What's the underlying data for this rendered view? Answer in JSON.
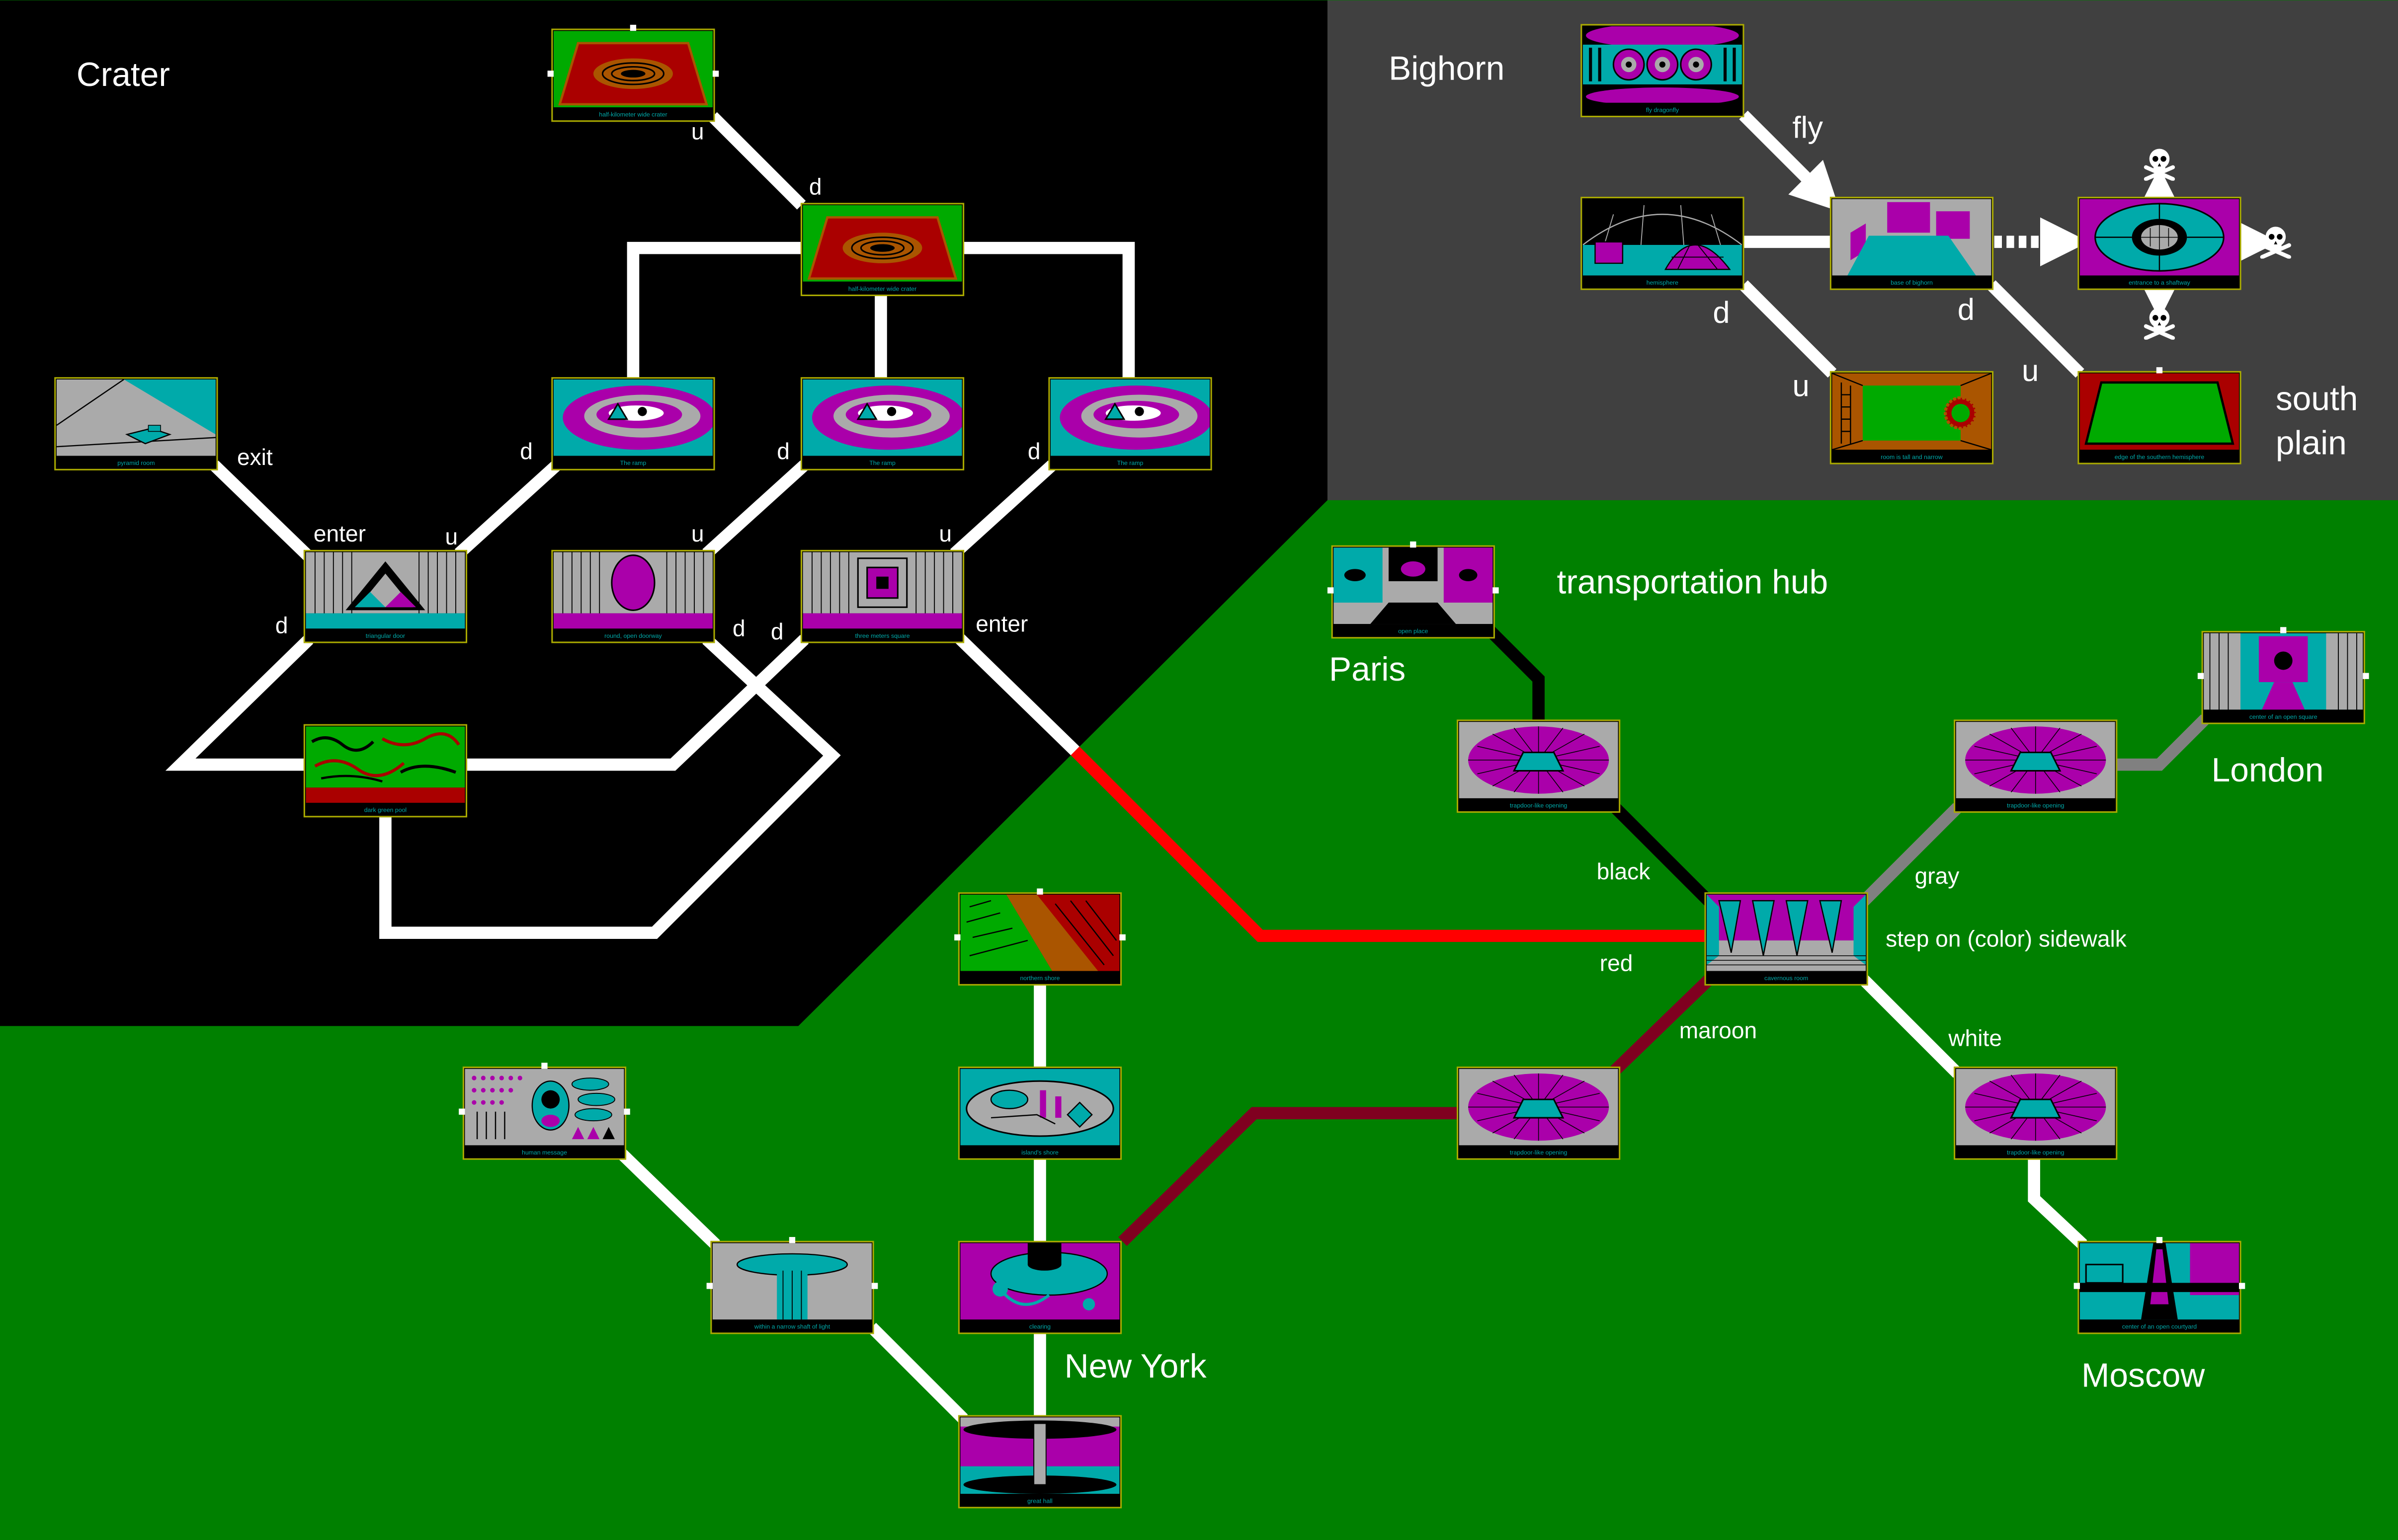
{
  "regions": {
    "crater": "Crater",
    "bighorn": "Bighorn",
    "transportation_hub": "transportation hub"
  },
  "places": {
    "paris": "Paris",
    "london": "London",
    "moscow": "Moscow",
    "new_york": "New York",
    "south_plain": [
      "south",
      "plain"
    ]
  },
  "edge_labels": {
    "u": "u",
    "d": "d",
    "exit": "exit",
    "enter": "enter",
    "fly": "fly",
    "black": "black",
    "gray": "gray",
    "red": "red",
    "maroon": "maroon",
    "white": "white",
    "sidewalk": "step on (color) sidewalk"
  },
  "rooms": {
    "crater_top": "half-kilometer wide crater",
    "crater_mid": "half-kilometer wide crater",
    "pyramid_room": "pyramid room",
    "ramp": "The ramp",
    "triangular_door": "triangular door",
    "round_doorway": "round, open doorway",
    "three_meters_square": "three meters square",
    "dark_green_pool": "dark green pool",
    "fly_dragonfly": "fly dragonfly",
    "hemisphere": "hemisphere",
    "base_of_bighorn": "base of bighorn",
    "entrance_shaftway": "entrance to a shaftway",
    "room_tall_narrow": "room is tall and narrow",
    "edge_southern_hemisphere": "edge of the southern hemisphere",
    "open_place": "open place",
    "trapdoor": "trapdoor-like opening",
    "center_open_square": "center of an open square",
    "cavernous_room": "cavernous room",
    "center_open_courtyard": "center of an open courtyard",
    "northern_shore": "northern shore",
    "islands_shore": "island's shore",
    "clearing": "clearing",
    "great_hall": "great hall",
    "human_message": "human message",
    "narrow_shaft_light": "within a narrow shaft of light"
  },
  "colors": {
    "crater_bg": "#000000",
    "bighorn_bg": "#404040",
    "green_bg": "#008000",
    "path_white": "#FFFFFF",
    "path_red": "#FF0000",
    "path_maroon": "#800020",
    "path_gray": "#808080",
    "path_black": "#000000",
    "ega_cyan": "#00AAAA",
    "ega_magenta": "#AA00AA",
    "ega_green": "#00AA00",
    "ega_red": "#AA0000",
    "ega_gray": "#AAAAAA",
    "ega_brown": "#AA5500",
    "caption_yellow": "#AAAA00"
  },
  "icons": [
    "skull-crossbones-icon",
    "arrow-right-icon",
    "arrow-up-icon",
    "arrow-down-icon"
  ]
}
